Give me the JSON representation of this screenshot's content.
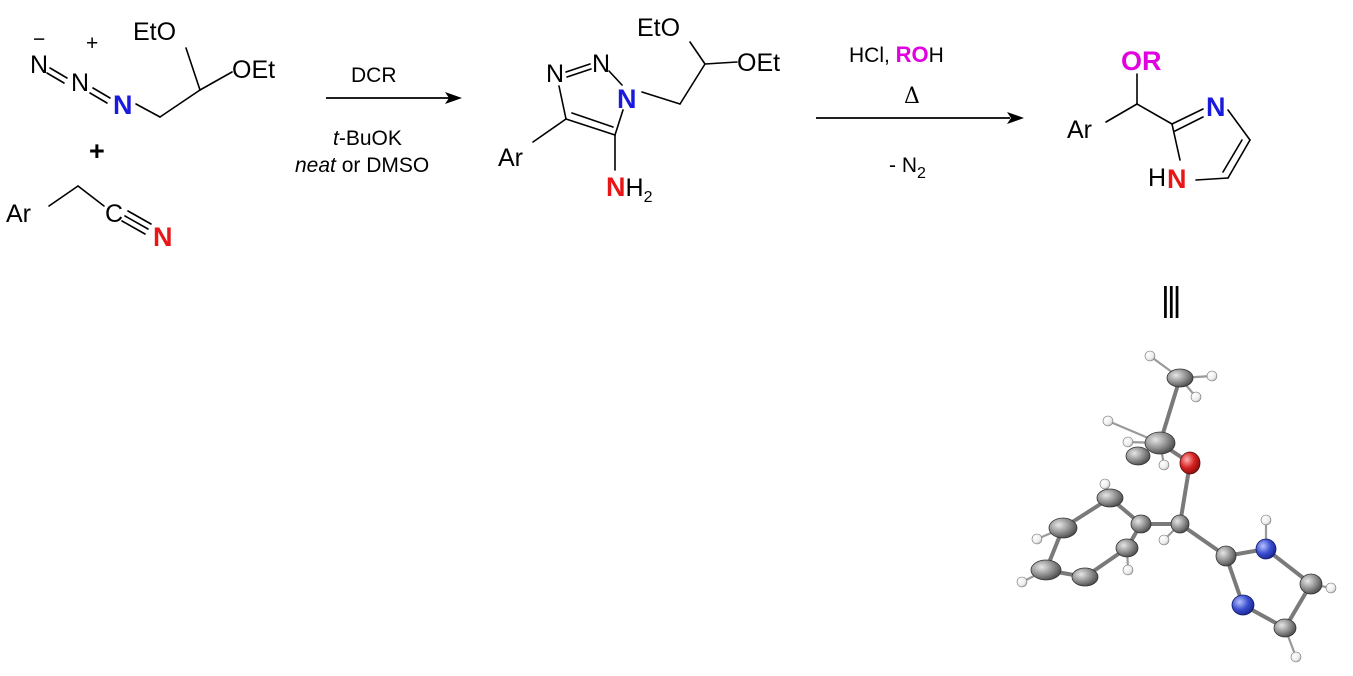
{
  "colors": {
    "blue_nitrogen": "#1a1adc",
    "red_nitrogen": "#e81616",
    "magenta_or": "#e000e0",
    "oxygen_sphere": "#d42020",
    "nitrogen_sphere": "#3a4fd0",
    "carbon_sphere": "#8c8c8c",
    "hydrogen_sphere": "#f4f4f4"
  },
  "reactant_azide": {
    "neg_charge": "−",
    "pos_charge": "+",
    "n1": "N",
    "n2": "N",
    "n3": "N",
    "eto": "EtO",
    "oet": "OEt"
  },
  "plus": "+",
  "reactant_nitrile": {
    "ar": "Ar",
    "c": "C",
    "n": "N"
  },
  "step1": {
    "above": "DCR",
    "below_1_italic": "t",
    "below_1_rest": "-BuOK",
    "below_2_italic": "neat",
    "below_2_rest": " or DMSO"
  },
  "triazole": {
    "eto": "EtO",
    "oet": "OEt",
    "n_n1": "N",
    "n_n2": "N",
    "n_blue": "N",
    "ar": "Ar",
    "nh2_n": "N",
    "nh2_h": "H",
    "nh2_sub": "2"
  },
  "step2": {
    "above_hcl": "HCl, ",
    "above_ro": "RO",
    "above_h": "H",
    "delta": "Δ",
    "below_n": "- N",
    "below_sub": "2"
  },
  "product": {
    "or": "OR",
    "ar": "Ar",
    "n_ring": "N",
    "h": "H",
    "n_red": "N"
  },
  "equiv_symbol": "|||"
}
